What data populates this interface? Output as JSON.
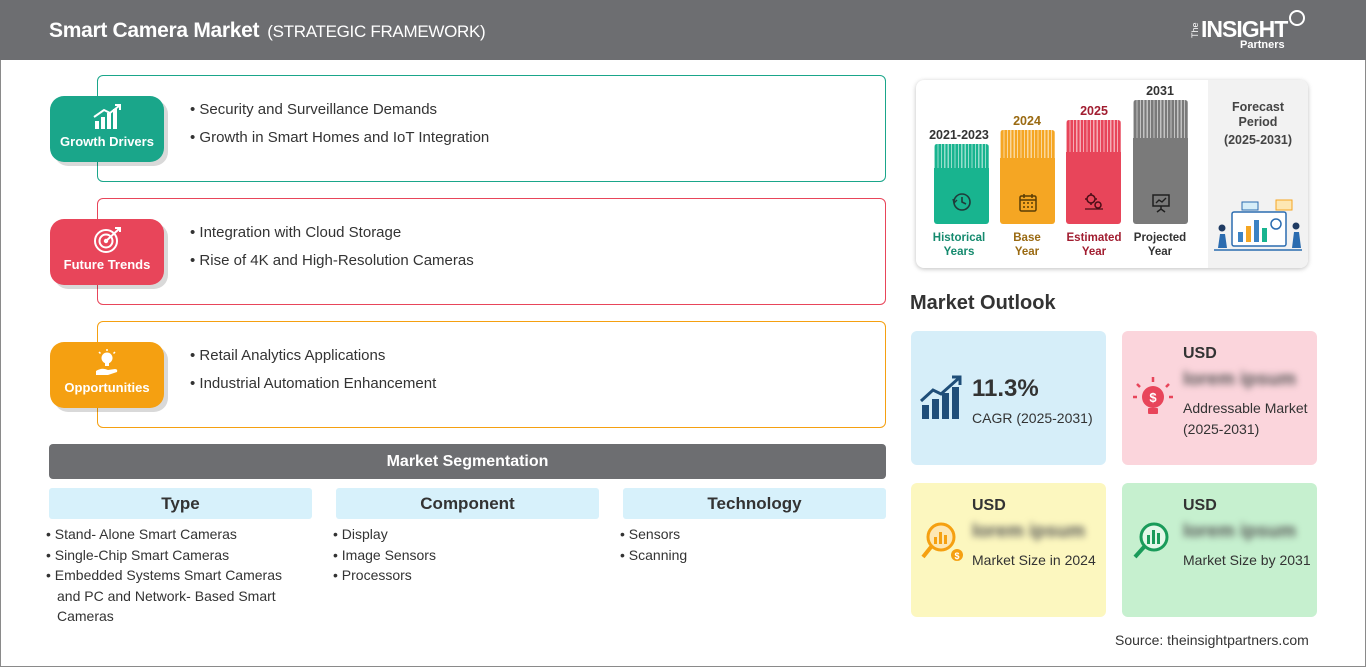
{
  "header": {
    "title": "Smart Camera Market",
    "subtitle": "(STRATEGIC FRAMEWORK)",
    "logo": {
      "the": "The",
      "main": "INSIGHT",
      "partners": "Partners"
    }
  },
  "framework": [
    {
      "label": "Growth Drivers",
      "color": "#1aa68a",
      "icon": "growth-chart-icon",
      "items": [
        "Security and Surveillance Demands",
        "Growth in Smart Homes and IoT Integration"
      ]
    },
    {
      "label": "Future Trends",
      "color": "#e8455a",
      "icon": "target-icon",
      "items": [
        "Integration with Cloud Storage",
        "Rise of 4K and High-Resolution Cameras"
      ]
    },
    {
      "label": "Opportunities",
      "color": "#f5a011",
      "icon": "lightbulb-hand-icon",
      "items": [
        "Retail Analytics Applications",
        "Industrial Automation Enhancement"
      ]
    }
  ],
  "segmentation": {
    "title": "Market Segmentation",
    "columns": [
      {
        "heading": "Type",
        "items": [
          "• Stand- Alone Smart Cameras",
          "• Single-Chip Smart Cameras",
          "• Embedded Systems Smart Cameras and PC and Network- Based Smart Cameras"
        ]
      },
      {
        "heading": "Component",
        "items": [
          "• Display",
          "• Image Sensors",
          "• Processors"
        ]
      },
      {
        "heading": "Technology",
        "items": [
          "• Sensors",
          "• Scanning"
        ]
      }
    ]
  },
  "timeline": {
    "forecast": {
      "line1": "Forecast",
      "line2": "Period",
      "line3": "(2025-2031)"
    },
    "bars": [
      {
        "year": "2021-2023",
        "caption1": "Historical",
        "caption2": "Years",
        "color": "#18b48f",
        "text_color": "#158a6e",
        "icon": "history-icon"
      },
      {
        "year": "2024",
        "caption1": "Base",
        "caption2": "Year",
        "color": "#f5a623",
        "text_color": "#9a6a12",
        "icon": "calendar-icon"
      },
      {
        "year": "2025",
        "caption1": "Estimated",
        "caption2": "Year",
        "color": "#e8455a",
        "text_color": "#a11d30",
        "icon": "gears-icon"
      },
      {
        "year": "2031",
        "caption1": "Projected",
        "caption2": "Year",
        "color": "#7a7a7a",
        "text_color": "#333333",
        "icon": "presentation-icon"
      }
    ]
  },
  "outlook": {
    "title": "Market Outlook",
    "cagr": {
      "value": "11.3%",
      "label": "CAGR (2025-2031)",
      "bg": "#d6eef9",
      "icon": "bar-growth-icon"
    },
    "addressable": {
      "usd": "USD",
      "value": "lorem ipsum",
      "label": "Addressable Market (2025-2031)",
      "bg": "#fbd5dc",
      "icon": "bulb-dollar-icon"
    },
    "size2024": {
      "usd": "USD",
      "value": "lorem ipsum",
      "label": "Market Size in 2024",
      "bg": "#fcf7bf",
      "icon": "magnifier-chart-icon"
    },
    "size2031": {
      "usd": "USD",
      "value": "lorem ipsum",
      "label": "Market Size by 2031",
      "bg": "#c6f0cf",
      "icon": "magnifier-bars-icon"
    }
  },
  "source": "Source: theinsightpartners.com"
}
